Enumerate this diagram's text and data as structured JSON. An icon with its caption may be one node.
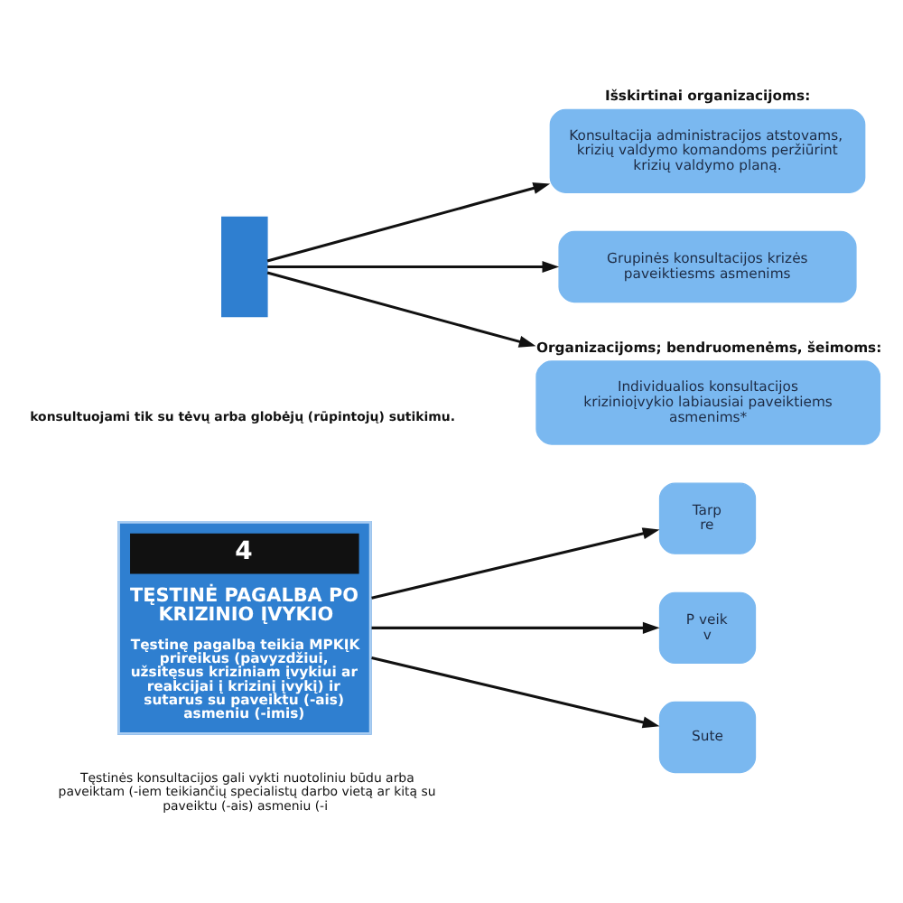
{
  "diagram": {
    "nodes": [
      {
        "text": [],
        "shape": "box"
      },
      {
        "text": [
          "Išskirtinai organizacijoms:",
          "Konsultacija administracijos atstovams, krizių valdymo komandoms peržiūrint krizių valdymo planą."
        ]
      },
      {
        "text": [
          "Grupinės konsultacijos krizės paveiktiesms asmenims"
        ]
      },
      {
        "text": [
          "Organizacijoms; bendruomenėms, šeimoms:",
          "Individualios konsultacijos krizinioįvykio labiausiai paveiktiems asmenims*"
        ]
      },
      {
        "text": [
          "4",
          "TĘSTINĖ PAGALBA PO KRIZINIO ĮVYKIO",
          "Tęstinę pagalbą teikia MPKĮK prireikus (pavyzdžiui, užsitęsus kriziniam įvykiui ar reakcijai į krizinį įvykį) ir sutarus su paveiktu (-ais) asmeniu (-imis)"
        ]
      },
      {
        "text": [
          "Tarp re"
        ]
      },
      {
        "text": [
          "P veik v"
        ]
      },
      {
        "text": [
          "Sute"
        ]
      }
    ],
    "edges": [
      {
        "from": 0,
        "to": 1,
        "arrow": "to"
      },
      {
        "from": 0,
        "to": 2,
        "arrow": "to"
      },
      {
        "from": 0,
        "to": 3,
        "arrow": "to"
      },
      {
        "from": 4,
        "to": 5,
        "arrow": "to"
      },
      {
        "from": 4,
        "to": 6,
        "arrow": "to"
      },
      {
        "from": 4,
        "to": 7,
        "arrow": "to"
      }
    ],
    "labels": [
      "konsultuojami tik su tėvų arba globėjų (rūpintojų) sutikimu.",
      "Tęstinės konsultacijos gali vykti nuotoliniu būdu arba paveiktam (-iem teikiančių specialistų darbo vietą ar kitą su paveiktu (-ais) asmeniu (-i"
    ]
  }
}
